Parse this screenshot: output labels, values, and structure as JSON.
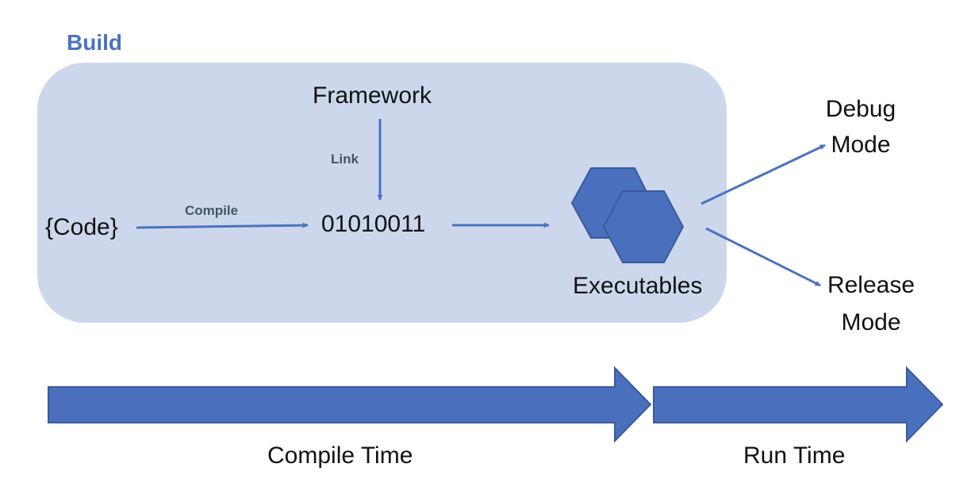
{
  "title": "Build",
  "nodes": {
    "framework": "Framework",
    "code": "{Code}",
    "binary": "01010011",
    "executables": "Executables",
    "debug_line1": "Debug",
    "debug_line2": "Mode",
    "release_line1": "Release",
    "release_line2": "Mode"
  },
  "edges": {
    "link": "Link",
    "compile": "Compile"
  },
  "timeline": {
    "compile_time": "Compile Time",
    "run_time": "Run Time"
  },
  "colors": {
    "build_box": "#cdd7ec",
    "accent": "#4a73c0",
    "arrow_fill": "#4a70bd",
    "arrow_stroke": "#3b5a9a"
  }
}
